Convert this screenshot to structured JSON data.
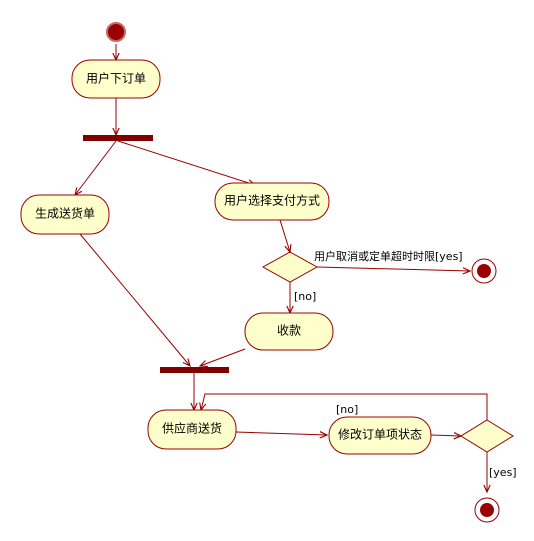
{
  "diagram": {
    "type": "uml-activity",
    "colors": {
      "activity_fill": "#ffffcc",
      "activity_stroke": "#990000",
      "edge": "#990000",
      "initial_fill": "#990000",
      "final_fill": "#990000",
      "bar_fill": "#800000"
    },
    "activities": {
      "place_order": "用户下订单",
      "create_shipping": "生成送货单",
      "choose_payment": "用户选择支付方式",
      "collect_payment": "收款",
      "supplier_ship": "供应商送货",
      "update_order_status": "修改订单项状态"
    },
    "guards": {
      "cancel_or_timeout": "用户取消或定单超时时限[yes]",
      "payment_no": "[no]",
      "update_no": "[no]",
      "final_yes": "[yes]"
    }
  }
}
